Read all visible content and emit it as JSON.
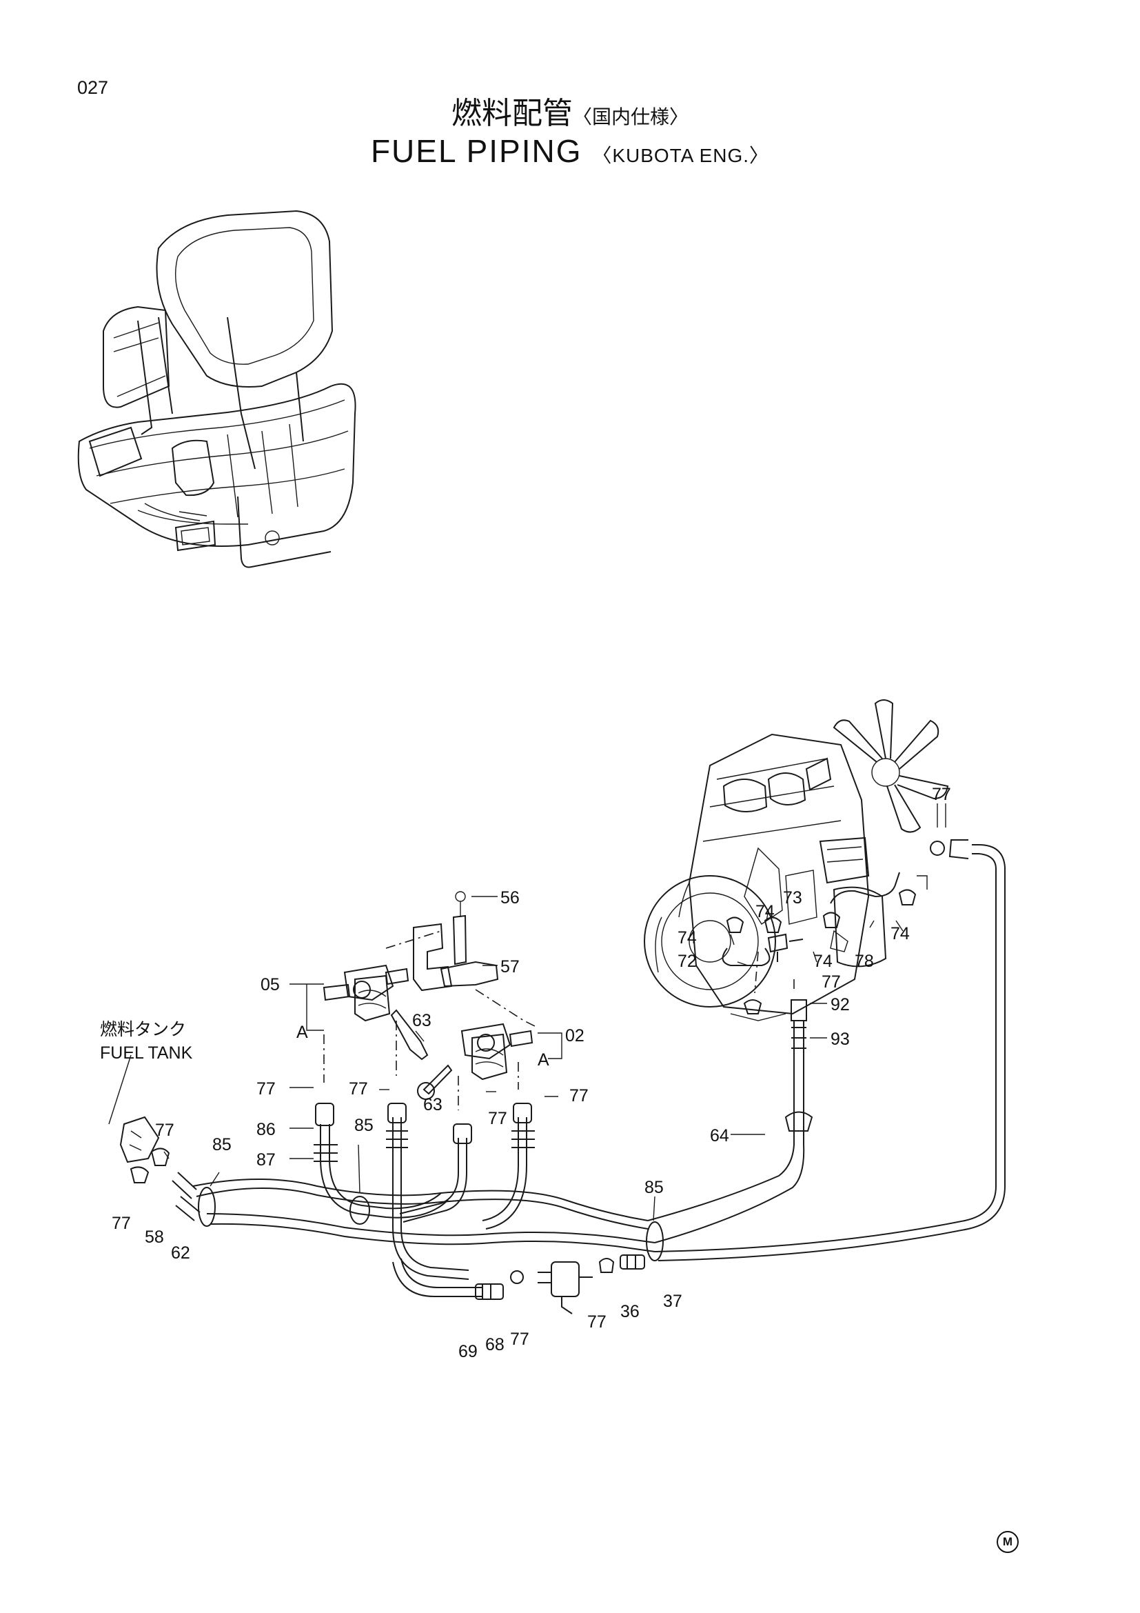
{
  "page_number": "027",
  "title": {
    "jp_main": "燃料配管",
    "jp_sub": "〈国内仕様〉",
    "en_main": "FUEL PIPING",
    "en_sub": "〈KUBOTA ENG.〉"
  },
  "fuel_tank_label": {
    "jp": "燃料タンク",
    "en": "FUEL TANK"
  },
  "callouts": {
    "c56": "56",
    "c57": "57",
    "c05": "05",
    "cA1": "A",
    "c63a": "63",
    "c63b": "63",
    "c02": "02",
    "cA2": "A",
    "c77a": "77",
    "c77b": "77",
    "c77c": "77",
    "c77d": "77",
    "c77e": "77",
    "c77f": "77",
    "c77g": "77",
    "c77h": "77",
    "c77i": "77",
    "c77j": "77",
    "c86": "86",
    "c87": "87",
    "c85a": "85",
    "c85b": "85",
    "c85c": "85",
    "c58": "58",
    "c62": "62",
    "c69": "69",
    "c68": "68",
    "c36": "36",
    "c37": "37",
    "c64": "64",
    "c92": "92",
    "c93": "93",
    "c73": "73",
    "c74a": "74",
    "c74b": "74",
    "c74c": "74",
    "c74d": "74",
    "c72": "72",
    "c78": "78"
  },
  "mark": "M"
}
